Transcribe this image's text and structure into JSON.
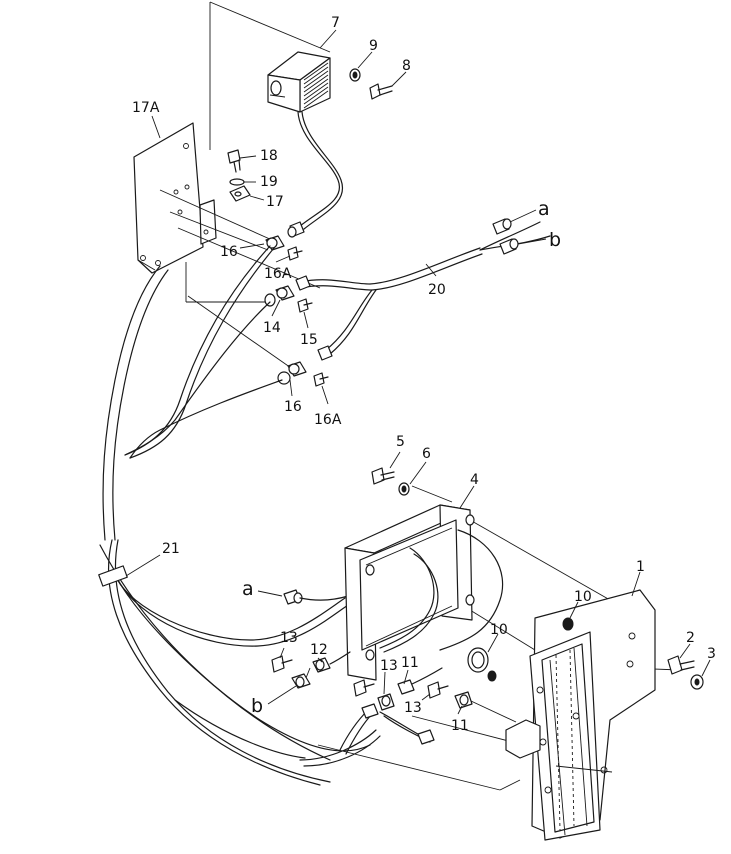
{
  "callouts": {
    "c1": "1",
    "c2": "2",
    "c3": "3",
    "c4": "4",
    "c5": "5",
    "c6": "6",
    "c7": "7",
    "c8": "8",
    "c9": "9",
    "c10a": "10",
    "c10b": "10",
    "c11a": "11",
    "c11b": "11",
    "c12": "12",
    "c13a": "13",
    "c13b": "13",
    "c13c": "13",
    "c14": "14",
    "c15": "15",
    "c16a": "16",
    "c16b": "16",
    "c16Aa": "16A",
    "c16Ab": "16A",
    "c17": "17",
    "c17A": "17A",
    "c18": "18",
    "c19": "19",
    "c20": "20",
    "c21": "21",
    "ca1": "a",
    "cb1": "b",
    "ca2": "a",
    "cb2": "b"
  }
}
